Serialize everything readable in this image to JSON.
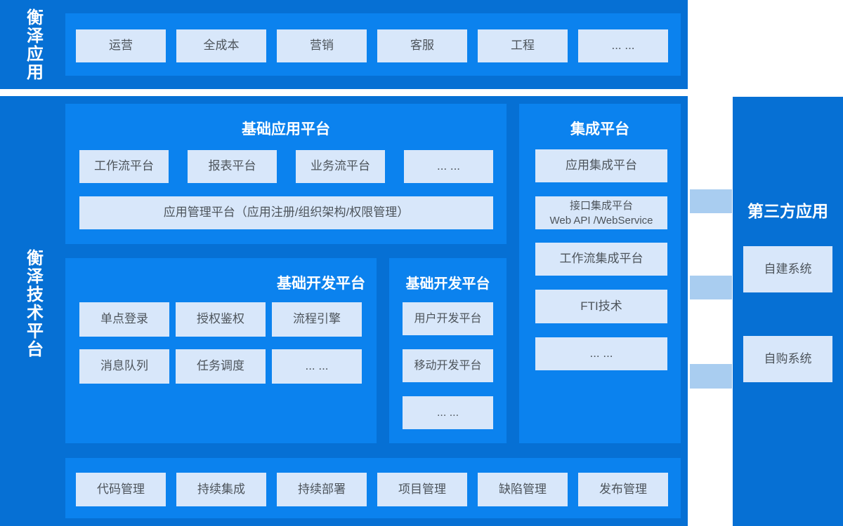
{
  "colors": {
    "band_dark": "#0670d4",
    "panel_blue": "#0b82ee",
    "node_fill": "#d8e7fa",
    "node_text": "#4d545b",
    "connector": "#a9cdf0",
    "title_text": "#ffffff"
  },
  "top_band": {
    "label": "衡泽应用",
    "items": [
      "运营",
      "全成本",
      "营销",
      "客服",
      "工程",
      "... ..."
    ]
  },
  "main_band": {
    "label": "衡泽技术平台",
    "app_platform": {
      "title": "基础应用平台",
      "boxes": [
        "工作流平台",
        "报表平台",
        "业务流平台",
        "... ..."
      ],
      "wide_box": "应用管理平台（应用注册/组织架构/权限管理）"
    },
    "dev_platform_left": {
      "title": "基础开发平台",
      "boxes": [
        "单点登录",
        "授权鉴权",
        "流程引擎",
        "消息队列",
        "任务调度",
        "... ..."
      ]
    },
    "dev_platform_mid": {
      "title": "基础开发平台",
      "boxes": [
        "用户开发平台",
        "移动开发平台",
        "... ..."
      ]
    },
    "integration": {
      "title": "集成平台",
      "box1": "应用集成平台",
      "box2_line1": "接口集成平台",
      "box2_line2": "Web API /WebService",
      "box3": "工作流集成平台",
      "box4": "FTI技术",
      "box5": "... ..."
    },
    "devops_bar": {
      "items": [
        "代码管理",
        "持续集成",
        "持续部署",
        "项目管理",
        "缺陷管理",
        "发布管理"
      ]
    }
  },
  "third_party": {
    "title": "第三方应用",
    "boxes": [
      "自建系统",
      "自购系统"
    ]
  }
}
